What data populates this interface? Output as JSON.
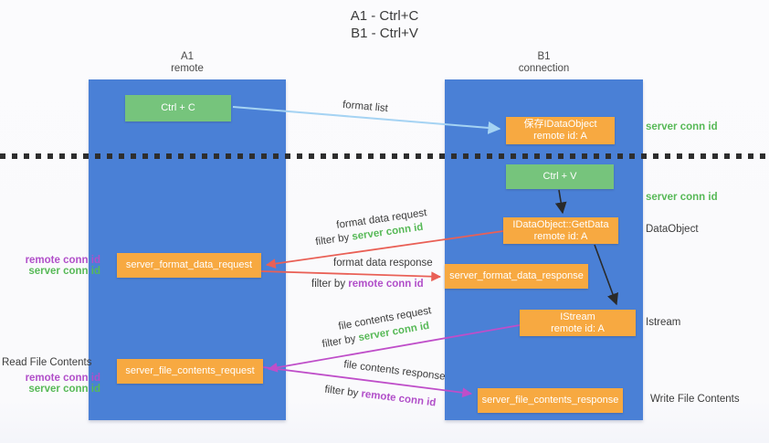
{
  "title": {
    "line1": "A1 - Ctrl+C",
    "line2": "B1 - Ctrl+V"
  },
  "columns": {
    "a1": {
      "name": "A1",
      "subtitle": "remote"
    },
    "b1": {
      "name": "B1",
      "subtitle": "connection"
    }
  },
  "nodes": {
    "ctrl_c": "Ctrl + C",
    "ctrl_v": "Ctrl + V",
    "save_dataobject_l1": "保存IDataObject",
    "save_dataobject_l2": "remote id: A",
    "getdata_l1": "IDataObject::GetData",
    "getdata_l2": "remote id: A",
    "istream_l1": "IStream",
    "istream_l2": "remote id: A",
    "format_request": "server_format_data_request",
    "format_response": "server_format_data_response",
    "file_request": "server_file_contents_request",
    "file_response": "server_file_contents_response"
  },
  "side": {
    "server_conn_top": "server conn id",
    "server_conn_mid": "server conn id",
    "dataobject": "DataObject",
    "istream": "Istream",
    "write_file": "Write File Contents",
    "read_file": "Read File Contents",
    "fmt_remote": "remote conn id",
    "fmt_server": "server conn id",
    "file_remote": "remote conn id",
    "file_server": "server conn id"
  },
  "edges": {
    "format_list": "format list",
    "fmt_req": "format data request",
    "fmt_req_filter": "filter by",
    "fmt_req_key": "server conn id",
    "fmt_res": "format data response",
    "fmt_res_filter": "filter by",
    "fmt_res_key": "remote conn id",
    "file_req": "file contents request",
    "file_req_filter": "filter by",
    "file_req_key": "server conn id",
    "file_res": "file contents response",
    "file_res_filter": "filter by",
    "file_res_key": "remote conn id"
  },
  "colors": {
    "column_blue": "#4a80d6",
    "node_green": "#76c47c",
    "node_orange": "#f7a941",
    "arrow_light_blue": "#a5d3f3",
    "arrow_red": "#e96056",
    "arrow_magenta": "#bf4ec9",
    "arrow_black": "#2a2a2a",
    "text_green": "#57b957",
    "text_purple": "#b14fc9"
  }
}
